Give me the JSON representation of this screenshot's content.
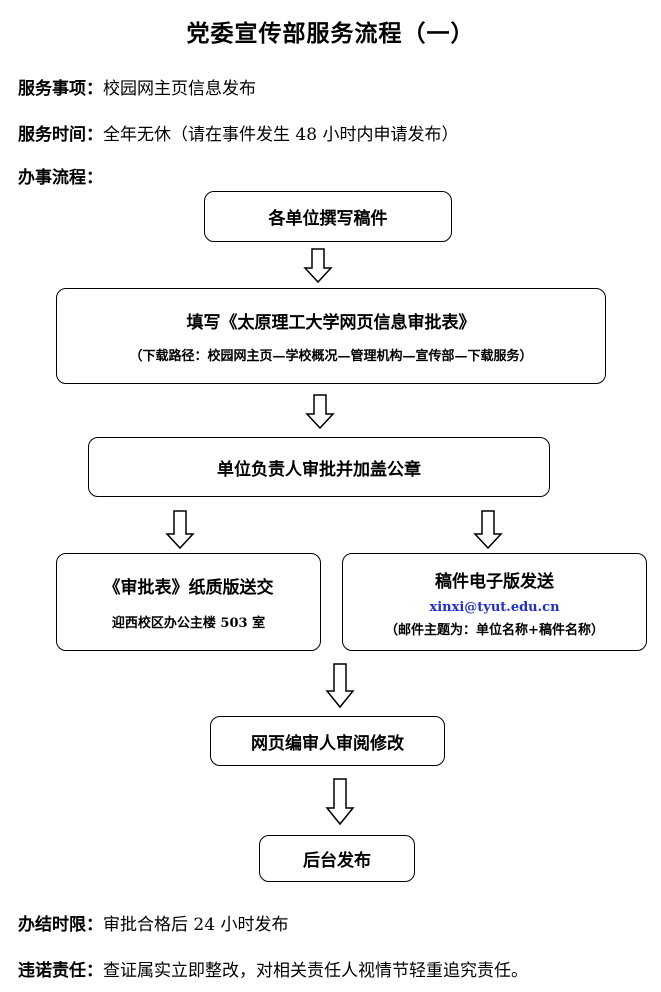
{
  "title": "党委宣传部服务流程（一）",
  "service_item": {
    "label": "服务事项：",
    "value": "校园网主页信息发布"
  },
  "service_time": {
    "label": "服务时间：",
    "value": "全年无休（请在事件发生 48 小时内申请发布）"
  },
  "process_label": "办事流程：",
  "steps": {
    "step1": "各单位撰写稿件",
    "step2_title": "填写《太原理工大学网页信息审批表》",
    "step2_note": "（下载路径：校园网主页—学校概况—管理机构—宣传部—下载服务）",
    "step3": "单位负责人审批并加盖公章",
    "step4a_title": "《审批表》纸质版送交",
    "step4a_note": "迎西校区办公主楼 503 室",
    "step4b_title": "稿件电子版发送",
    "step4b_email": "xinxi@tyut.edu.cn",
    "step4b_note": "（邮件主题为：单位名称+稿件名称）",
    "step5": "网页编审人审阅修改",
    "step6": "后台发布"
  },
  "deadline": {
    "label": "办结时限：",
    "value": "审批合格后 24 小时发布"
  },
  "liability": {
    "label": "违诺责任：",
    "value": "查证属实立即整改，对相关责任人视情节轻重追究责任。"
  }
}
